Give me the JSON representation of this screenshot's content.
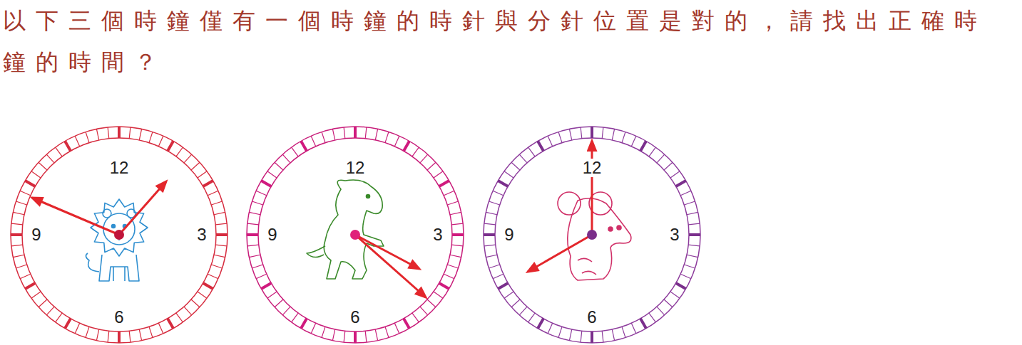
{
  "diagram": {
    "title": "以下三個時鐘僅有一個時鐘的時針與分針位置是對的，請找出正確時鐘的時間？",
    "nodes": [
      {
        "text": [
          "12",
          "9",
          "3",
          "6"
        ]
      },
      {
        "text": [
          "12",
          "9",
          "3",
          "6"
        ]
      },
      {
        "text": [
          "12",
          "9",
          "3",
          "6"
        ]
      }
    ]
  }
}
